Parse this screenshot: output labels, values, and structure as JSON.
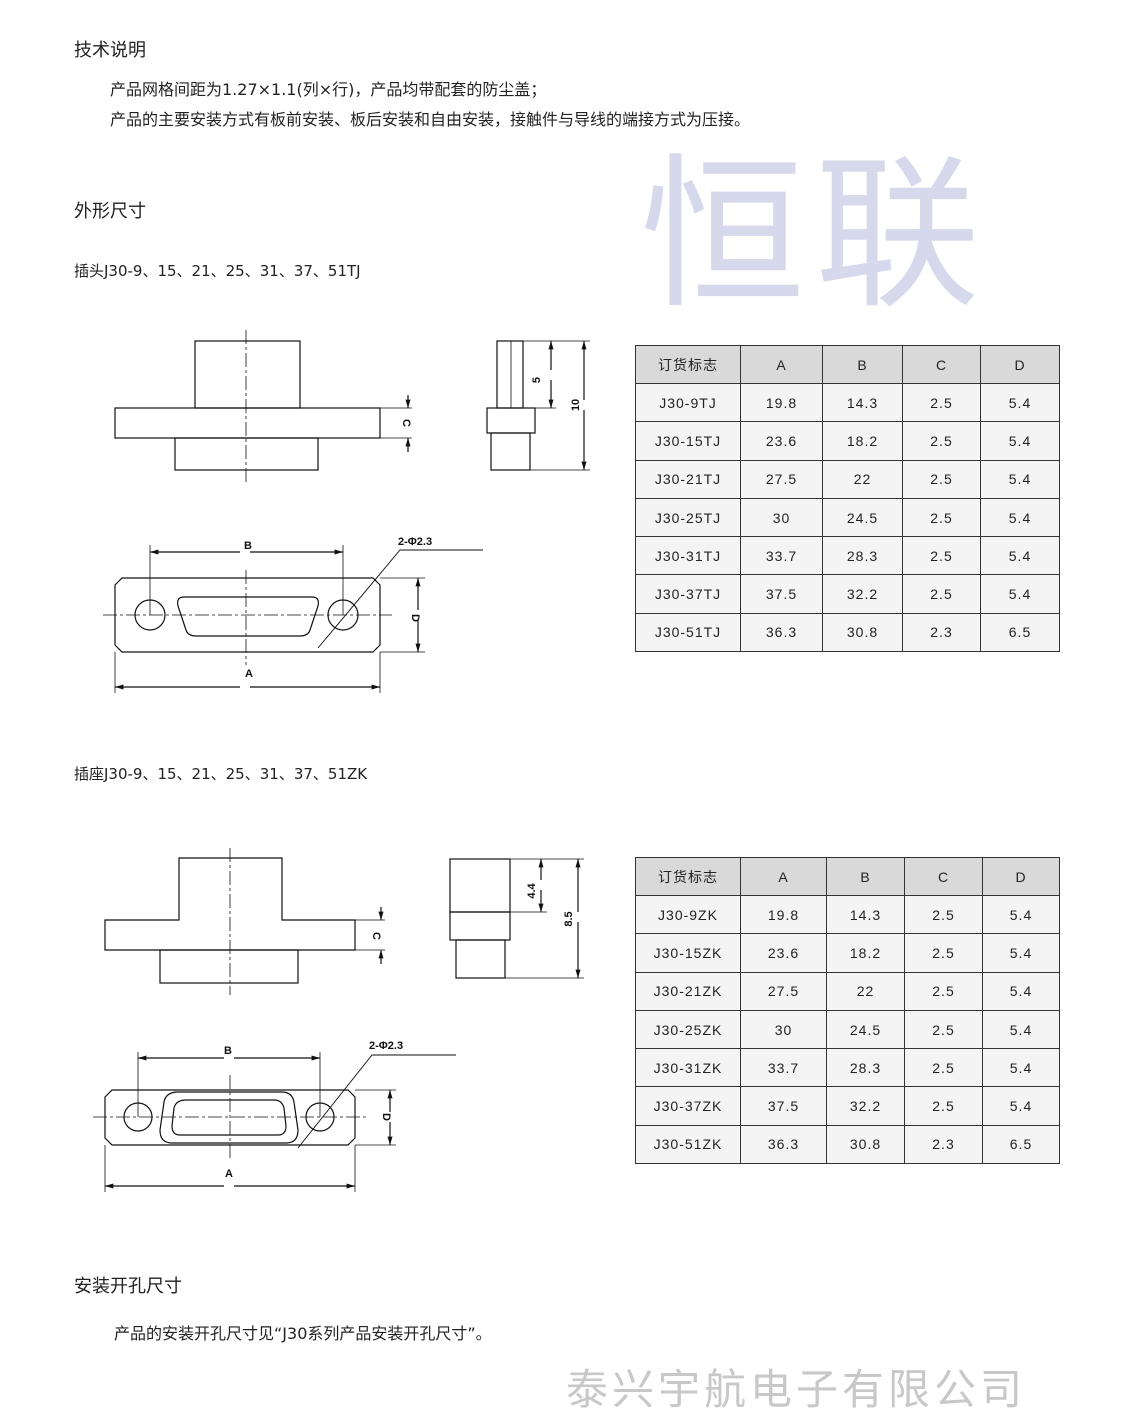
{
  "tech": {
    "heading": "技术说明",
    "line1": "产品网格间距为1.27×1.1(列×行)，产品均带配套的防尘盖；",
    "line2": "产品的主要安装方式有板前安装、板后安装和自由安装，接触件与导线的端接方式为压接。"
  },
  "dims": {
    "heading": "外形尺寸",
    "plug_caption": "插头J30-9、15、21、25、31、37、51TJ",
    "socket_caption": "插座J30-9、15、21、25、31、37、51ZK"
  },
  "drawing_labels": {
    "A": "A",
    "B": "B",
    "C": "C",
    "D": "D",
    "hole": "2-Φ2.3",
    "plug_side_short": "5",
    "plug_side_total": "10",
    "socket_side_short": "4.4",
    "socket_side_total": "8.5"
  },
  "plug_table": {
    "headers": [
      "订货标志",
      "A",
      "B",
      "C",
      "D"
    ],
    "rows": [
      [
        "J30-9TJ",
        "19.8",
        "14.3",
        "2.5",
        "5.4"
      ],
      [
        "J30-15TJ",
        "23.6",
        "18.2",
        "2.5",
        "5.4"
      ],
      [
        "J30-21TJ",
        "27.5",
        "22",
        "2.5",
        "5.4"
      ],
      [
        "J30-25TJ",
        "30",
        "24.5",
        "2.5",
        "5.4"
      ],
      [
        "J30-31TJ",
        "33.7",
        "28.3",
        "2.5",
        "5.4"
      ],
      [
        "J30-37TJ",
        "37.5",
        "32.2",
        "2.5",
        "5.4"
      ],
      [
        "J30-51TJ",
        "36.3",
        "30.8",
        "2.3",
        "6.5"
      ]
    ]
  },
  "socket_table": {
    "headers": [
      "订货标志",
      "A",
      "B",
      "C",
      "D"
    ],
    "rows": [
      [
        "J30-9ZK",
        "19.8",
        "14.3",
        "2.5",
        "5.4"
      ],
      [
        "J30-15ZK",
        "23.6",
        "18.2",
        "2.5",
        "5.4"
      ],
      [
        "J30-21ZK",
        "27.5",
        "22",
        "2.5",
        "5.4"
      ],
      [
        "J30-25ZK",
        "30",
        "24.5",
        "2.5",
        "5.4"
      ],
      [
        "J30-31ZK",
        "33.7",
        "28.3",
        "2.5",
        "5.4"
      ],
      [
        "J30-37ZK",
        "37.5",
        "32.2",
        "2.5",
        "5.4"
      ],
      [
        "J30-51ZK",
        "36.3",
        "30.8",
        "2.3",
        "6.5"
      ]
    ]
  },
  "mounting": {
    "heading": "安装开孔尺寸",
    "text": "产品的安装开孔尺寸见“J30系列产品安装开孔尺寸”。"
  },
  "watermark": "恒联",
  "footer_company": "泰兴宇航电子有限公司"
}
